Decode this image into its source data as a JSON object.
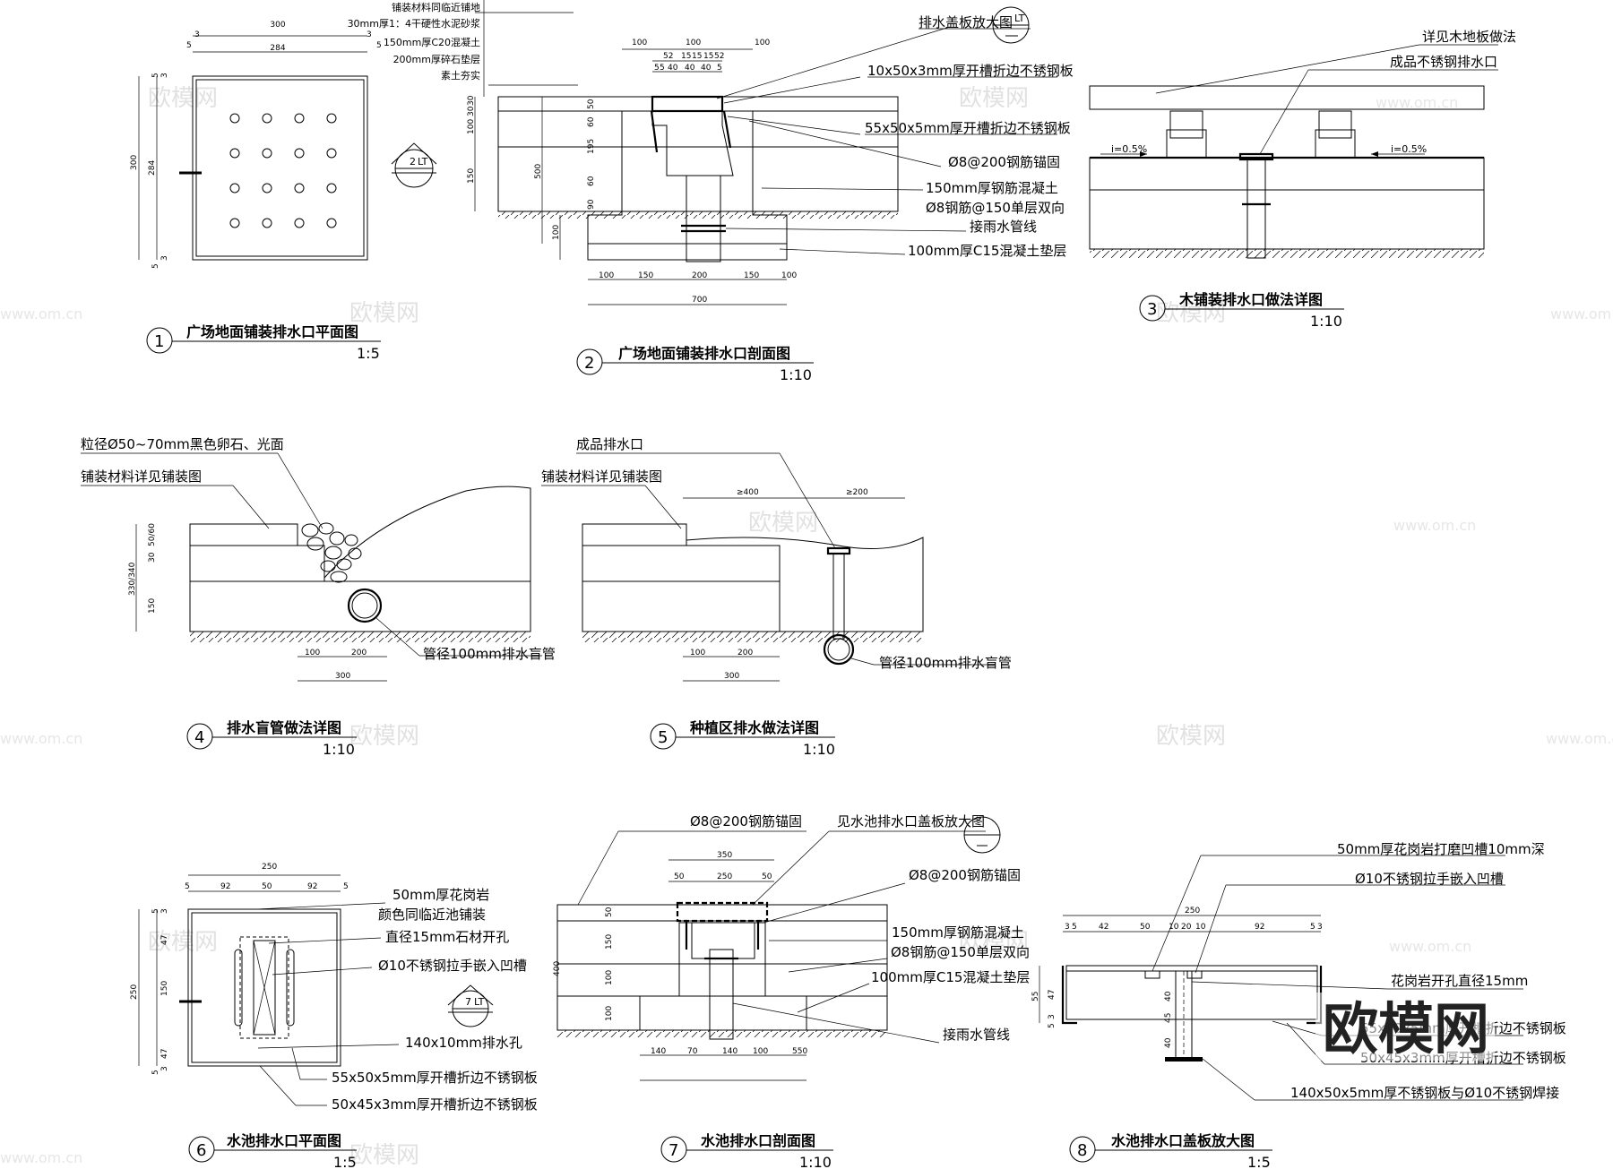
{
  "watermark": {
    "text": "欧模网",
    "url": "www.om.cn"
  },
  "logo": {
    "text": "欧模网"
  },
  "drawings": [
    {
      "number": "1",
      "title": "广场地面铺装排水口平面图",
      "scale": "1:5",
      "dims": [
        "300",
        "284",
        "5",
        "5",
        "3",
        "3",
        "300",
        "284",
        "5",
        "5",
        "3",
        "3"
      ],
      "section_mark": {
        "num": "2",
        "sheet": "LT"
      }
    },
    {
      "number": "2",
      "title": "广场地面铺装排水口剖面图",
      "scale": "1:10",
      "layers": [
        "铺装材料同临近铺地",
        "30mm厚1：4干硬性水泥砂浆",
        "150mm厚C20混凝土",
        "200mm厚碎石垫层",
        "素土夯实"
      ],
      "labels": [
        "排水盖板放大图",
        "10x50x3mm厚开槽折边不锈钢板",
        "55x50x5mm厚开槽折边不锈钢板",
        "Ø8@200钢筋锚固",
        "150mm厚钢筋混凝土",
        "Ø8钢筋@150单层双向",
        "接雨水管线",
        "100mm厚C15混凝土垫层"
      ],
      "detail_mark": {
        "sheet": "LT"
      },
      "dims_top": [
        "100",
        "100",
        "100",
        "52",
        "15",
        "15",
        "15",
        "52",
        "5",
        "5",
        "40",
        "40",
        "40",
        "5"
      ],
      "dims_left": [
        "30",
        "30",
        "100",
        "150",
        "50",
        "60",
        "195",
        "500",
        "60",
        "90",
        "100"
      ],
      "dims_bottom": [
        "100",
        "150",
        "200",
        "150",
        "100",
        "700"
      ]
    },
    {
      "number": "3",
      "title": "木铺装排水口做法详图",
      "scale": "1:10",
      "labels": [
        "详见木地板做法",
        "成品不锈钢排水口",
        "i=0.5%",
        "i=0.5%"
      ]
    },
    {
      "number": "4",
      "title": "排水盲管做法详图",
      "scale": "1:10",
      "labels": [
        "粒径Ø50~70mm黑色卵石、光面",
        "铺装材料详见铺装图",
        "管径100mm排水盲管"
      ],
      "dims": [
        "50/60",
        "30",
        "330/340",
        "150",
        "100",
        "200",
        "300"
      ]
    },
    {
      "number": "5",
      "title": "种植区排水做法详图",
      "scale": "1:10",
      "labels": [
        "成品排水口",
        "铺装材料详见铺装图",
        "管径100mm排水盲管"
      ],
      "dims": [
        "≥400",
        "≥200",
        "100",
        "200",
        "300"
      ]
    },
    {
      "number": "6",
      "title": "水池排水口平面图",
      "scale": "1:5",
      "labels": [
        "50mm厚花岗岩",
        "颜色同临近池铺装",
        "直径15mm石材开孔",
        "Ø10不锈钢拉手嵌入凹槽",
        "140x10mm排水孔",
        "55x50x5mm厚开槽折边不锈钢板",
        "50x45x3mm厚开槽折边不锈钢板"
      ],
      "section_mark": {
        "num": "7",
        "sheet": "LT"
      },
      "dims": [
        "250",
        "5",
        "92",
        "50",
        "92",
        "5",
        "5",
        "3",
        "47",
        "250",
        "150",
        "47",
        "3",
        "5"
      ]
    },
    {
      "number": "7",
      "title": "水池排水口剖面图",
      "scale": "1:10",
      "labels": [
        "Ø8@200钢筋锚固",
        "见水池排水口盖板放大图",
        "Ø8@200钢筋锚固",
        "150mm厚钢筋混凝土",
        "Ø8钢筋@150单层双向",
        "100mm厚C15混凝土垫层",
        "接雨水管线"
      ],
      "dims": [
        "350",
        "50",
        "250",
        "50",
        "50",
        "150",
        "400",
        "100",
        "100",
        "140",
        "70",
        "140",
        "100",
        "550"
      ]
    },
    {
      "number": "8",
      "title": "水池排水口盖板放大图",
      "scale": "1:5",
      "labels": [
        "50mm厚花岗岩打磨凹槽10mm深",
        "Ø10不锈钢拉手嵌入凹槽",
        "花岗岩开孔直径15mm",
        "55x50x5mm厚开槽折边不锈钢板",
        "50x45x3mm厚开槽折边不锈钢板",
        "140x50x5mm厚不锈钢板与Ø10不锈钢焊接"
      ],
      "dims": [
        "250",
        "3",
        "5",
        "42",
        "50",
        "10",
        "20",
        "10",
        "92",
        "5",
        "3",
        "55",
        "47",
        "3",
        "5",
        "45",
        "40",
        "40"
      ]
    }
  ]
}
